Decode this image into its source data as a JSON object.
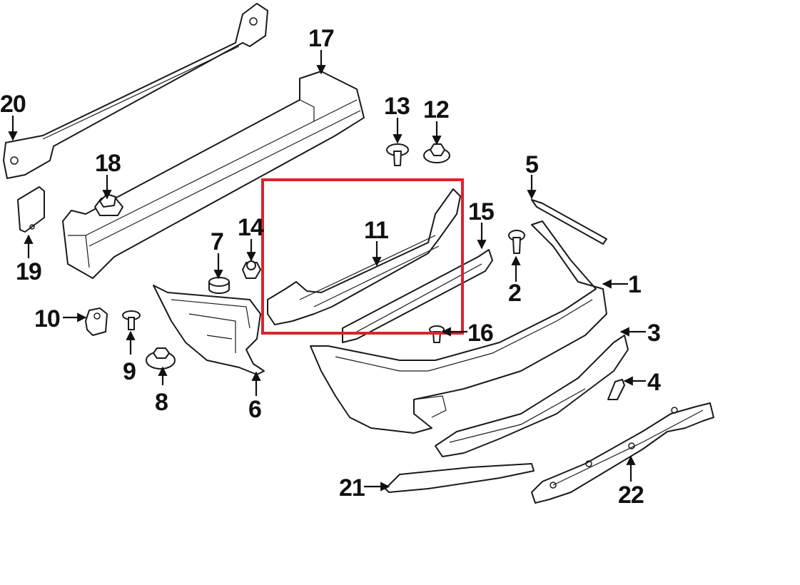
{
  "diagram": {
    "highlight_color": "#d9252c",
    "line_color": "#1a1a1a",
    "callouts": {
      "c1": "1",
      "c2": "2",
      "c3": "3",
      "c4": "4",
      "c5": "5",
      "c6": "6",
      "c7": "7",
      "c8": "8",
      "c9": "9",
      "c10": "10",
      "c11": "11",
      "c12": "12",
      "c13": "13",
      "c14": "14",
      "c15": "15",
      "c16": "16",
      "c17": "17",
      "c18": "18",
      "c19": "19",
      "c20": "20",
      "c21": "21",
      "c22": "22"
    }
  }
}
